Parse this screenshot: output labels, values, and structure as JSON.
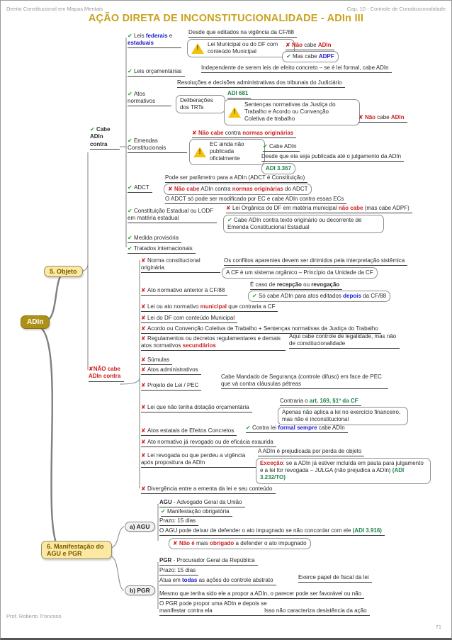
{
  "page": {
    "header_left": "Direito Constitucional em Mapas Mentais",
    "header_right": "Cap. 10 - Controle de Constitucionalidade",
    "title": "AÇÃO DIRETA DE INCONSTITUCIONALIDADE - ADIn III",
    "footer": "Prof. Roberto Troncoso",
    "page_number": "71"
  },
  "colors": {
    "accent_gold": "#C9A21E",
    "node_gold": "#AD9117",
    "topic_yellow": "#FBE8A2",
    "green": "#2e9b2e",
    "red": "#cc2222",
    "blue": "#1a1acc",
    "ref_green": "#1e8449"
  },
  "nodes": {
    "root": "ADIn",
    "objeto": "5. Objeto",
    "manifestacao": "6. Manifestação do AGU e PGR",
    "agu": "a) AGU",
    "pgr": "b) PGR"
  },
  "labels": {
    "cabe": [
      [
        "✔ ",
        "ck"
      ],
      [
        "Cabe ADIn contra",
        "b"
      ]
    ],
    "nao": [
      [
        "✘",
        "cx"
      ],
      [
        "NÃO cabe ADIn contra",
        "r"
      ]
    ]
  },
  "cabe": {
    "c1": [
      [
        "✔ ",
        "ck"
      ],
      [
        "Leis ",
        ""
      ],
      [
        "federais",
        "bl"
      ],
      [
        " e ",
        ""
      ],
      [
        "estaduais",
        "bl"
      ]
    ],
    "c1_d1": [
      [
        "Desde que editados na vigência da CF/88",
        ""
      ]
    ],
    "c1_warn": [
      [
        "Lei Municipal ou do DF com conteúdo Municipal",
        ""
      ]
    ],
    "c1_no": [
      [
        "✘ ",
        "cx"
      ],
      [
        "Não",
        "r"
      ],
      [
        " cabe ",
        ""
      ],
      [
        "ADIn",
        "r"
      ]
    ],
    "c1_yes": [
      [
        "✔ ",
        "ck"
      ],
      [
        "Mas cabe ",
        ""
      ],
      [
        "ADPF",
        "bl"
      ]
    ],
    "c2": [
      [
        "✔ ",
        "ck"
      ],
      [
        "Leis orçamentárias",
        ""
      ]
    ],
    "c2_d1": [
      [
        "Independente de serem leis de efeito concreto – se é lei formal, cabe ADIn",
        ""
      ]
    ],
    "c3": [
      [
        "✔ ",
        "ck"
      ],
      [
        "Atos normativos",
        ""
      ]
    ],
    "c3_d1": [
      [
        "Resoluções e decisões administrativas dos tribunais do Judiciário",
        ""
      ]
    ],
    "c3_delib": [
      [
        "Deliberações dos TRTs",
        ""
      ]
    ],
    "c3_adi": [
      [
        "ADI 681",
        "g"
      ]
    ],
    "c3_warn": [
      [
        "Sentenças normativas da Justiça do Trabalho e Acordo ou Convenção Coletiva de trabalho",
        ""
      ]
    ],
    "c3_no": [
      [
        "✘ ",
        "cx"
      ],
      [
        "Não",
        "r"
      ],
      [
        " cabe ",
        ""
      ],
      [
        "ADIn",
        "r"
      ]
    ],
    "c4": [
      [
        "✔ ",
        "ck"
      ],
      [
        "Emendas Constitucionais",
        ""
      ]
    ],
    "c4_no": [
      [
        "✘ ",
        "cx"
      ],
      [
        "Não cabe",
        "r"
      ],
      [
        " contra ",
        ""
      ],
      [
        "normas originárias",
        "r"
      ]
    ],
    "c4_warn": [
      [
        "EC ainda não publicada oficialmente",
        ""
      ]
    ],
    "c4_yes": [
      [
        "✔ ",
        "ck"
      ],
      [
        "Cabe ADIn",
        ""
      ]
    ],
    "c4_note": [
      [
        "Desde que ela seja publicada até o julgamento da ADIn",
        ""
      ]
    ],
    "c4_adi": [
      [
        "ADI 3.367",
        "g"
      ]
    ],
    "c5": [
      [
        "✔ ",
        "ck"
      ],
      [
        "ADCT",
        ""
      ]
    ],
    "c5_1": [
      [
        "Pode ser parâmetro para a ADIn (ADCT é Constituição)",
        ""
      ]
    ],
    "c5_2": [
      [
        "✘ ",
        "cx"
      ],
      [
        "Não cabe",
        "r"
      ],
      [
        " ADIn contra ",
        ""
      ],
      [
        "normas originárias",
        "r"
      ],
      [
        " do ADCT",
        ""
      ]
    ],
    "c5_3": [
      [
        "O ADCT só pode ser modificado por EC e cabe ADIn contra essas ECs",
        ""
      ]
    ],
    "c6": [
      [
        "✔ ",
        "ck"
      ],
      [
        "Constituição Estadual ou LODF em matéria estadual",
        ""
      ]
    ],
    "c6_1": [
      [
        "✘ ",
        "cx"
      ],
      [
        "Lei Orgânica do DF em matéria municipal ",
        ""
      ],
      [
        "não cabe",
        "r"
      ],
      [
        " (mas cabe ADPF)",
        ""
      ]
    ],
    "c6_2": [
      [
        "✔ ",
        "ck"
      ],
      [
        "Cabe ADIn contra texto originário ou decorrente de Emenda Constitucional Estadual",
        ""
      ]
    ],
    "c7": [
      [
        "✔ ",
        "ck"
      ],
      [
        "Medida provisória",
        ""
      ]
    ],
    "c8": [
      [
        "✔ ",
        "ck"
      ],
      [
        "Tratados internacionais",
        ""
      ]
    ]
  },
  "nao": {
    "n1": [
      [
        "✘ ",
        "cx"
      ],
      [
        "Norma constitucional originária",
        ""
      ]
    ],
    "n1_1": [
      [
        "Os conflitos aparentes devem ser dirimidos pela interpretação sistêmica",
        ""
      ]
    ],
    "n1_2": [
      [
        "A CF é um sistema orgânico – Princípio da Unidade da CF",
        ""
      ]
    ],
    "n2": [
      [
        "✘ ",
        "cx"
      ],
      [
        "Ato normativo anterior à CF/88",
        ""
      ]
    ],
    "n2_1": [
      [
        "É caso de ",
        ""
      ],
      [
        "recepção",
        "b"
      ],
      [
        " ou ",
        ""
      ],
      [
        "revogação",
        "b"
      ]
    ],
    "n2_2": [
      [
        "✔ ",
        "ck"
      ],
      [
        "Só cabe ADIn para atos editados ",
        ""
      ],
      [
        "depois",
        "bl"
      ],
      [
        " da CF/88",
        ""
      ]
    ],
    "n3": [
      [
        "✘ ",
        "cx"
      ],
      [
        "Lei ou ato normativo ",
        ""
      ],
      [
        "municipal",
        "r"
      ],
      [
        " que contraria a CF",
        ""
      ]
    ],
    "n4": [
      [
        "✘ ",
        "cx"
      ],
      [
        "Lei do DF com conteúdo Municipal",
        ""
      ]
    ],
    "n5": [
      [
        "✘ ",
        "cx"
      ],
      [
        "Acordo ou Convenção Coletiva de Trabalho + Sentenças normativas da Justiça do Trabalho",
        ""
      ]
    ],
    "n6": [
      [
        "✘ ",
        "cx"
      ],
      [
        "Regulamentos ou decretos regulamentares e demais atos normativos ",
        ""
      ],
      [
        "secundários",
        "r"
      ]
    ],
    "n6_1": [
      [
        "Aqui cabe controle de legalidade, mas não de constitucionalidade",
        ""
      ]
    ],
    "n7": [
      [
        "✘ ",
        "cx"
      ],
      [
        "Súmulas",
        ""
      ]
    ],
    "n8": [
      [
        "✘ ",
        "cx"
      ],
      [
        "Atos administrativos",
        ""
      ]
    ],
    "n9": [
      [
        "✘ ",
        "cx"
      ],
      [
        "Projeto de Lei / PEC",
        ""
      ]
    ],
    "n9_1": [
      [
        "Cabe Mandado de Segurança (controle difuso) em face de PEC que vá contra cláusulas pétreas",
        ""
      ]
    ],
    "n10": [
      [
        "✘ ",
        "cx"
      ],
      [
        "Lei que não tenha dotação orçamentária",
        ""
      ]
    ],
    "n10_1": [
      [
        "Contraria o ",
        ""
      ],
      [
        "art. 169, §1º da CF",
        "g"
      ]
    ],
    "n10_2": [
      [
        "Apenas não aplica a lei no exercício financeiro, mas não é inconstitucional",
        ""
      ]
    ],
    "n11": [
      [
        "✘ ",
        "cx"
      ],
      [
        "Atos estatais de Efeitos Concretos",
        ""
      ]
    ],
    "n11_1": [
      [
        "✔ ",
        "ck"
      ],
      [
        "Contra lei ",
        ""
      ],
      [
        "formal sempre",
        "bl"
      ],
      [
        " cabe ADIn",
        ""
      ]
    ],
    "n12": [
      [
        "✘ ",
        "cx"
      ],
      [
        "Ato normativo já revogado ou de eficácia exaurida",
        ""
      ]
    ],
    "n13": [
      [
        "✘ ",
        "cx"
      ],
      [
        "Lei revogada ou que perdeu a vigência após propositura da ADIn",
        ""
      ]
    ],
    "n13_1": [
      [
        "A ADIn é prejudicada por perda de objeto",
        ""
      ]
    ],
    "n13_2": [
      [
        "Exceção",
        "r"
      ],
      [
        ": se a ADIn já estiver incluída em pauta para julgamento e a lei for revogada – JULGA (não prejudica a ADIn) ",
        ""
      ],
      [
        "(ADI 3.232/TO)",
        "g"
      ]
    ],
    "n14": [
      [
        "✘ ",
        "cx"
      ],
      [
        "Divergência entre a ementa da lei e seu conteúdo",
        ""
      ]
    ]
  },
  "agu": {
    "a1": [
      [
        "AGU",
        "b"
      ],
      [
        " - Advogado Geral da União",
        ""
      ]
    ],
    "a2": [
      [
        "✔ ",
        "ck"
      ],
      [
        "Manifestação obrigatória",
        ""
      ]
    ],
    "a3": [
      [
        "Prazo: 15 dias",
        ""
      ]
    ],
    "a4": [
      [
        "O AGU pode deixar de defender o ato impugnado se não concordar com ele ",
        ""
      ],
      [
        "(ADI 3.916)",
        "g"
      ]
    ],
    "a5": [
      [
        "✘ ",
        "cx"
      ],
      [
        "Não é",
        "r"
      ],
      [
        " mais ",
        ""
      ],
      [
        "obrigado",
        "r"
      ],
      [
        " a defender o ato impugnado",
        ""
      ]
    ]
  },
  "pgr": {
    "p1": [
      [
        "PGR",
        "b"
      ],
      [
        " - Procurador Geral da República",
        ""
      ]
    ],
    "p2": [
      [
        "Prazo: 15 dias",
        ""
      ]
    ],
    "p3": [
      [
        "Atua em ",
        ""
      ],
      [
        "todas",
        "bl"
      ],
      [
        " as ações do controle abstrato",
        ""
      ]
    ],
    "p3_1": [
      [
        "Exerce papel de fiscal da lei",
        ""
      ]
    ],
    "p4": [
      [
        "Mesmo que tenha sido ele a propor a ADIn, o parecer pode ser favorável ou não",
        ""
      ]
    ],
    "p5": [
      [
        "O PGR pode propor uma ADIn e depois se manifestar contra ela",
        ""
      ]
    ],
    "p5_1": [
      [
        "Isso não caracteriza desistência da ação",
        ""
      ]
    ]
  }
}
